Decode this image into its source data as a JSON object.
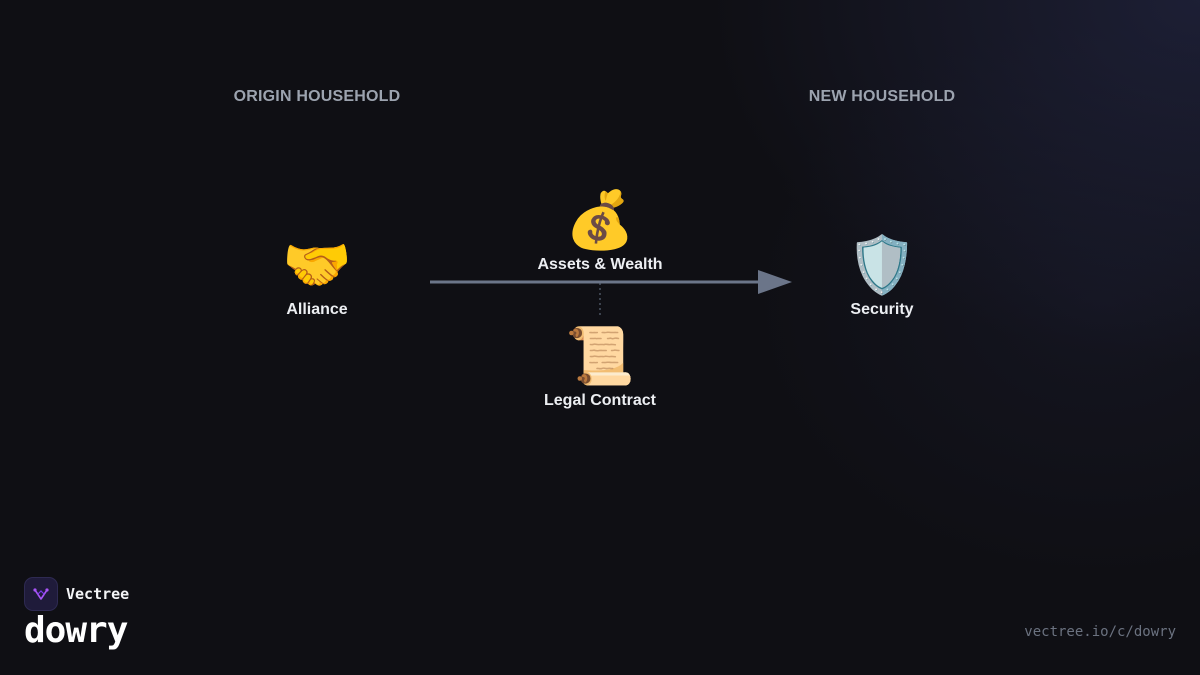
{
  "sections": {
    "origin": "ORIGIN HOUSEHOLD",
    "new": "NEW HOUSEHOLD"
  },
  "nodes": {
    "alliance": {
      "icon": "🤝",
      "icon_name": "handshake-icon",
      "label": "Alliance"
    },
    "assets": {
      "icon": "💰",
      "icon_name": "money-bag-icon",
      "label": "Assets & Wealth"
    },
    "contract": {
      "icon": "📜",
      "icon_name": "scroll-icon",
      "label": "Legal Contract"
    },
    "security": {
      "icon": "🛡️",
      "icon_name": "shield-icon",
      "label": "Security"
    }
  },
  "brand": {
    "name": "Vectree",
    "logo_color": "#a855f7"
  },
  "title": "dowry",
  "url": "vectree.io/c/dowry",
  "colors": {
    "background": "#0f0f14",
    "arrow": "#6b7589",
    "section_label": "#9ca3af"
  }
}
